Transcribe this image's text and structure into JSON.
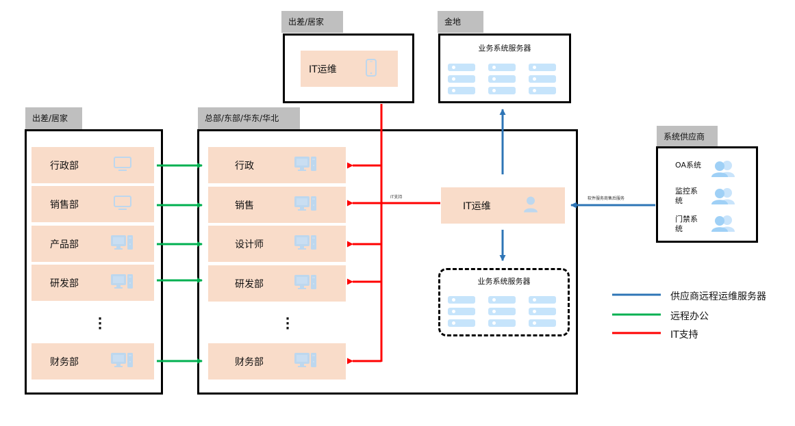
{
  "remote_it": {
    "tag": "出差/居家",
    "item": {
      "label": "IT运维",
      "icon": "mobile-phone-icon"
    }
  },
  "golddata": {
    "tag": "金地",
    "title": "业务系统服务器",
    "server_count": 9
  },
  "remote_depts": {
    "tag": "出差/居家",
    "items": [
      {
        "label": "行政部",
        "icon": "monitor-icon"
      },
      {
        "label": "销售部",
        "icon": "monitor-icon"
      },
      {
        "label": "产品部",
        "icon": "desktop-computer-icon"
      },
      {
        "label": "研发部",
        "icon": "desktop-computer-icon"
      },
      {
        "label": "财务部",
        "icon": "desktop-computer-icon"
      }
    ],
    "ellipsis": "⋮"
  },
  "hq": {
    "tag": "总部/东部/华东/华北",
    "items": [
      {
        "label": "行政",
        "icon": "desktop-computer-icon"
      },
      {
        "label": "销售",
        "icon": "desktop-computer-icon"
      },
      {
        "label": "设计师",
        "icon": "desktop-computer-icon"
      },
      {
        "label": "研发部",
        "icon": "desktop-computer-icon"
      },
      {
        "label": "财务部",
        "icon": "desktop-computer-icon"
      }
    ],
    "ellipsis": "⋮",
    "it_ops": {
      "label": "IT运维",
      "icon": "user-icon"
    },
    "local_servers": {
      "title": "业务系统服务器",
      "server_count": 9
    }
  },
  "vendor": {
    "tag": "系统供应商",
    "items": [
      {
        "label": "OA系统",
        "icon": "users-icon"
      },
      {
        "label": "监控系统",
        "icon": "users-icon"
      },
      {
        "label": "门禁系统",
        "icon": "users-icon"
      }
    ]
  },
  "annotations": {
    "it_support": "IT支持",
    "vendor_service": "软件服务商售后服务"
  },
  "legend": [
    {
      "label": "供应商远程运维服务器",
      "color": "#2e75b6"
    },
    {
      "label": "远程办公",
      "color": "#00b050"
    },
    {
      "label": "IT支持",
      "color": "#ff0000"
    }
  ],
  "colors": {
    "blue": "#2e75b6",
    "green": "#00b050",
    "red": "#ff0000",
    "card": "#f9dcc9",
    "icon": "#bdd7ee",
    "tag": "#bfbfbf"
  }
}
